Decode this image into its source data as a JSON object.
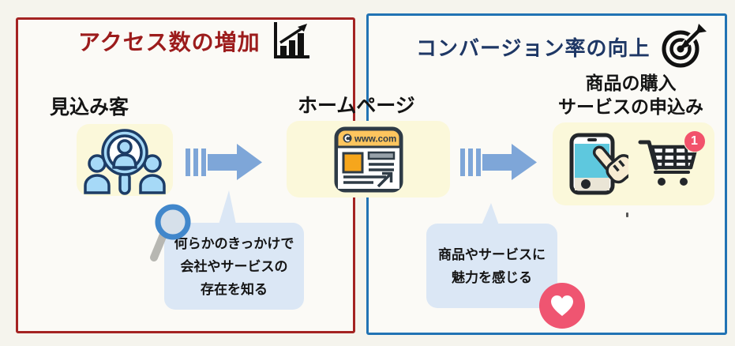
{
  "left_box": {
    "title": "アクセス数の増加",
    "title_color": "#9c1c1c",
    "border_color": "#a42322",
    "icon": "bar-chart-up-icon"
  },
  "right_box": {
    "title": "コンバージョン率の向上",
    "title_color": "#1e3765",
    "border_color": "#2173b4",
    "icon": "target-dart-icon"
  },
  "stages": [
    {
      "label": "見込み客",
      "icon": "prospects-magnifier-icon"
    },
    {
      "label": "ホームページ",
      "icon": "browser-icon",
      "browser_url": "www.com"
    },
    {
      "label_line1": "商品の購入",
      "label_line2": "サービスの申込み",
      "icons": [
        "smartphone-tap-icon",
        "shopping-cart-icon"
      ],
      "cart_badge": "1"
    }
  ],
  "bubbles": [
    {
      "lines": [
        "何らかのきっかけで",
        "会社やサービスの",
        "存在を知る"
      ],
      "icon": "magnifier-icon"
    },
    {
      "lines": [
        "商品やサービスに",
        "魅力を感じる"
      ],
      "icon": "heart-icon"
    }
  ],
  "colors": {
    "background": "#f5f4ed",
    "panel_fill": "#fbfaf6",
    "stage_fill": "#fbf8da",
    "bubble_fill": "#dbe7f5",
    "arrow": "#7ea6d8",
    "heart": "#ef5571",
    "cart_badge": "#f2526b",
    "icon_blue_fill": "#a6d9f7",
    "icon_blue_stroke": "#1c3c66",
    "browser_header": "#fdc55e",
    "browser_image": "#f6a61c",
    "phone_screen": "#5ec8de"
  }
}
